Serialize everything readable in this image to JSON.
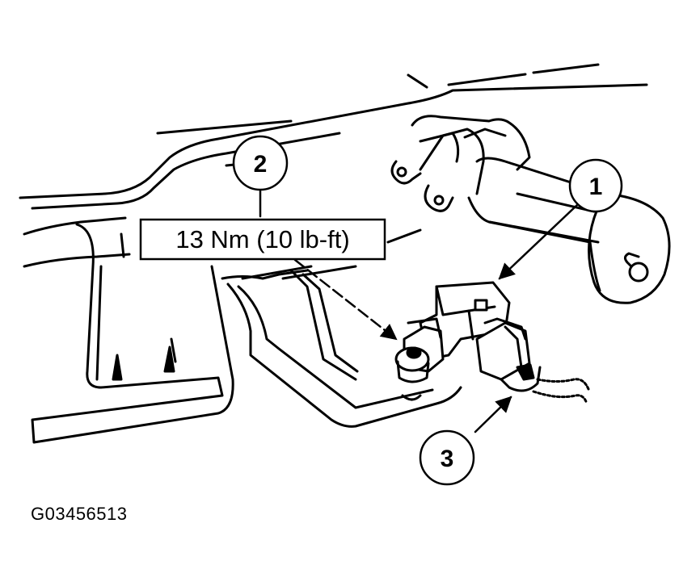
{
  "callouts": {
    "one": "1",
    "two": "2",
    "three": "3"
  },
  "torque_spec": "13 Nm (10 lb-ft)",
  "figure_code": "G03456513",
  "colors": {
    "ink": "#000000",
    "paper": "#ffffff"
  }
}
